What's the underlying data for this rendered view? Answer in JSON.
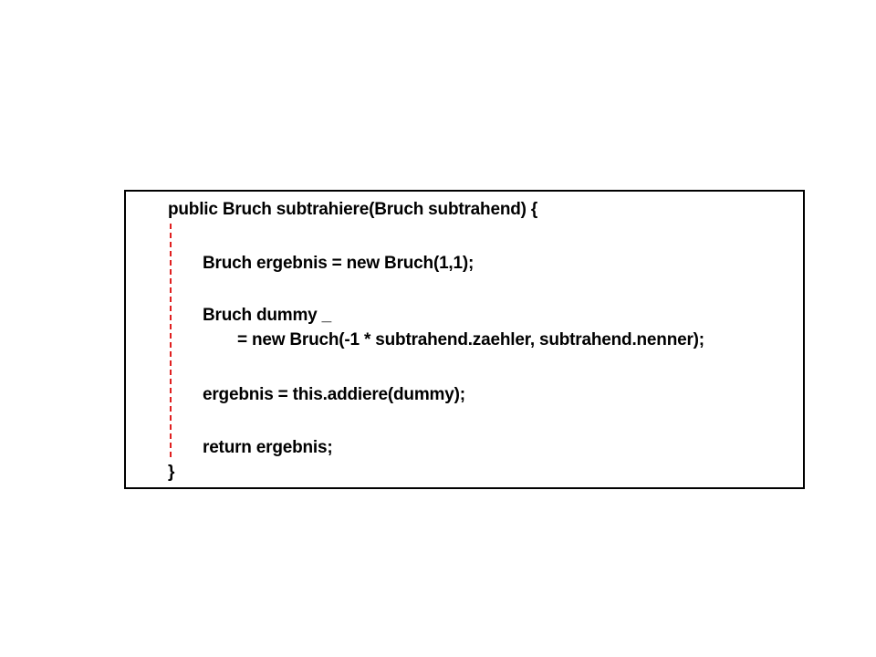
{
  "code": {
    "lines": [
      "public Bruch subtrahiere(Bruch subtrahend) {",
      "Bruch ergebnis = new Bruch(1,1);",
      "Bruch dummy _",
      "= new Bruch(-1 * subtrahend.zaehler, subtrahend.nenner);",
      "ergebnis = this.addiere(dummy);",
      "return ergebnis;",
      "}"
    ]
  },
  "colors": {
    "border": "#000000",
    "guide_line": "#e02020",
    "text": "#000000",
    "background": "#ffffff"
  }
}
